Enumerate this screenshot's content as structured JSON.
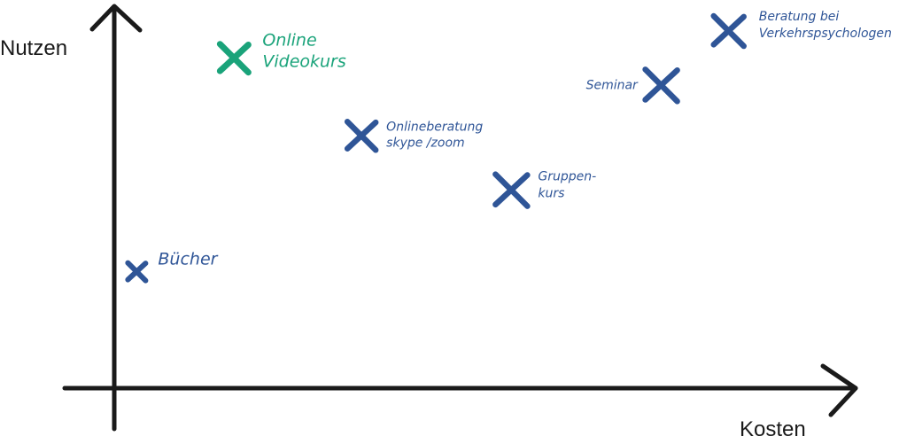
{
  "axes": {
    "x_label": "Kosten",
    "y_label": "Nutzen"
  },
  "colors": {
    "axis": "#1a1a1a",
    "blue": "#2f5597",
    "green": "#1aa37a"
  },
  "chart_data": {
    "type": "scatter",
    "title": "",
    "xlabel": "Kosten",
    "ylabel": "Nutzen",
    "xlim": [
      0,
      10
    ],
    "ylim": [
      0,
      10
    ],
    "grid": false,
    "points": [
      {
        "id": "buecher",
        "lines": [
          "Bücher"
        ],
        "x": 0.3,
        "y": 3.0,
        "color": "blue"
      },
      {
        "id": "online-videokurs",
        "lines": [
          "Online",
          "Videokurs"
        ],
        "x": 1.6,
        "y": 8.5,
        "color": "green"
      },
      {
        "id": "onlineberatung",
        "lines": [
          "Onlineberatung",
          "skype /zoom"
        ],
        "x": 3.3,
        "y": 6.5,
        "color": "blue"
      },
      {
        "id": "gruppenkurs",
        "lines": [
          "Gruppen-",
          "kurs"
        ],
        "x": 5.3,
        "y": 5.1,
        "color": "blue"
      },
      {
        "id": "seminar",
        "lines": [
          "Seminar"
        ],
        "x": 7.3,
        "y": 7.8,
        "color": "blue"
      },
      {
        "id": "beratung",
        "lines": [
          "Beratung bei",
          "Verkehrspsychologen"
        ],
        "x": 8.2,
        "y": 9.2,
        "color": "blue"
      }
    ]
  }
}
